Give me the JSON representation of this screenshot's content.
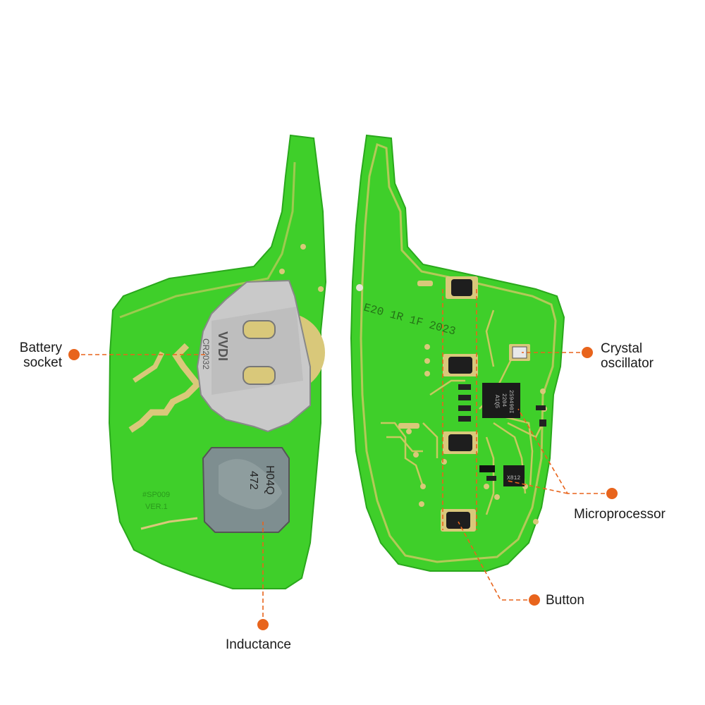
{
  "colors": {
    "pcb": "#3fcf2a",
    "pcb_dark": "#2aa81c",
    "trace": "#c8c860",
    "pad": "#d9c87a",
    "callout": "#e8641c",
    "text": "#1a1a1a"
  },
  "left_board": {
    "battery_marking": "VVDI",
    "battery_marking_2": "CR2032",
    "inductor_marking_1": "472",
    "inductor_marking_2": "H04Q",
    "silk_1": "#SP009",
    "silk_2": "VER.1"
  },
  "right_board": {
    "chip_marking_1": "A1Q5",
    "chip_marking_2": "2204",
    "chip_marking_3": "2S9490I",
    "small_chip_marking": "X812",
    "silk_row": "E20 1R 1F 2023"
  },
  "callouts": [
    {
      "id": "battery",
      "lines": [
        "Battery",
        "socket"
      ]
    },
    {
      "id": "inductance",
      "lines": [
        "Inductance"
      ]
    },
    {
      "id": "crystal",
      "lines": [
        "Crystal",
        "oscillator"
      ]
    },
    {
      "id": "microprocessor",
      "lines": [
        "Microprocessor"
      ]
    },
    {
      "id": "button",
      "lines": [
        "Button"
      ]
    }
  ]
}
